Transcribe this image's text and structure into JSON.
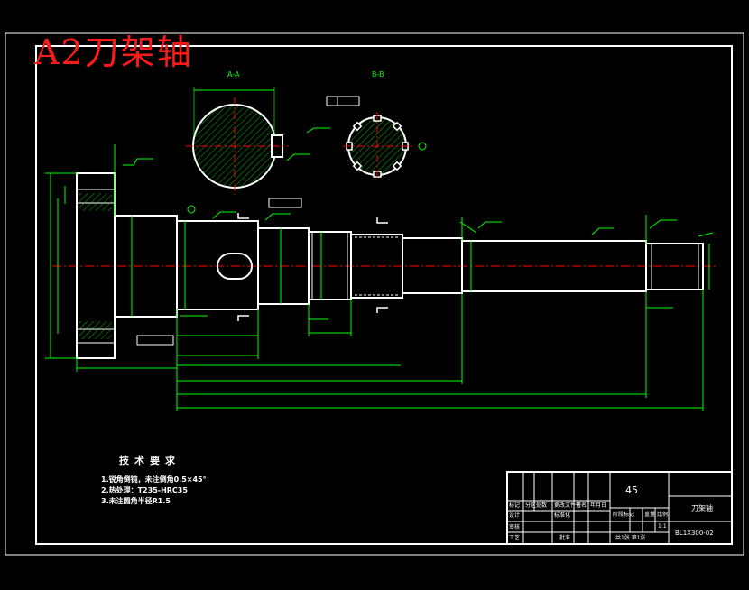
{
  "drawing_title": "A2刀架轴",
  "sections": {
    "a": "A-A",
    "b": "B-B"
  },
  "notes": {
    "heading": "技术要求",
    "items": [
      "1.锐角倒钝，未注倒角0.5×45°",
      "2.热处理：T235-HRC35",
      "3.未注圆角半径R1.5"
    ]
  },
  "title_block": {
    "material": "45",
    "part_name": "刀架轴",
    "drawing_number": "BL1X300-02",
    "scale": "1:1",
    "sheet": "共1张 第1张",
    "cells": [
      "标记",
      "处数",
      "分区",
      "更改文件号",
      "签名",
      "年月日",
      "设计",
      "标准化",
      "阶段标记",
      "重量",
      "比例",
      "审核",
      "工艺",
      "批准"
    ]
  },
  "colors": {
    "outline": "#ffffff",
    "dimension": "#00ff00",
    "centerline": "#ff0000",
    "title": "#ff1a1a",
    "hatch": "#00ff00"
  }
}
